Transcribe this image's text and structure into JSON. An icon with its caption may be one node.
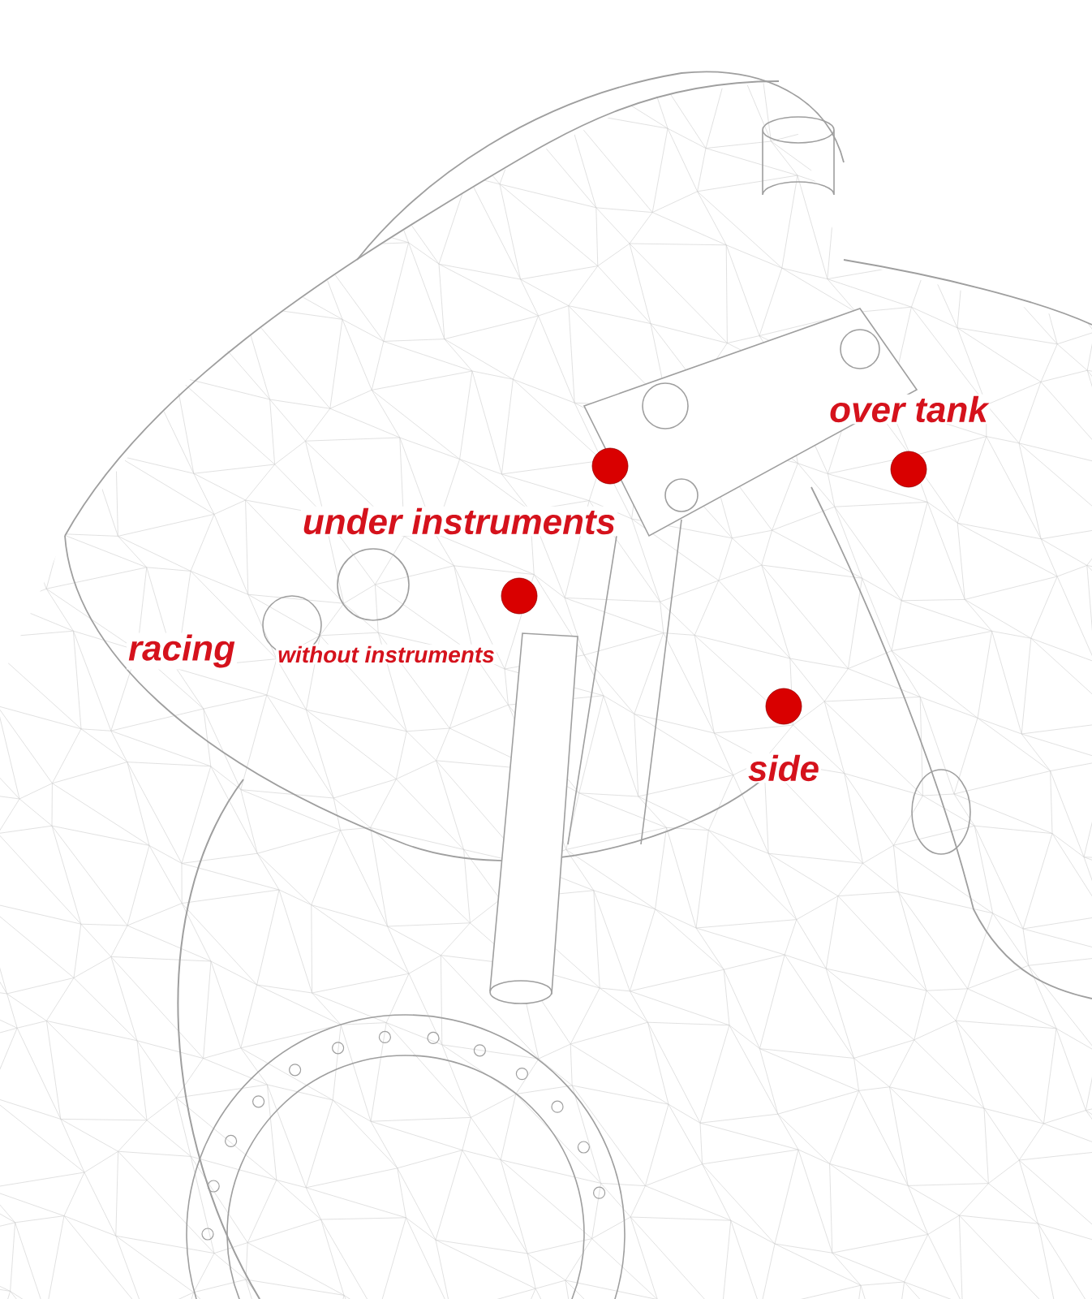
{
  "diagram": {
    "nodes": [
      {
        "text": [],
        "shape": "circle",
        "beside": [
          "over tank"
        ]
      },
      {
        "text": [],
        "shape": "circle",
        "beside": [
          "under instruments"
        ]
      },
      {
        "text": [],
        "shape": "circle",
        "beside": [
          "racing",
          "without instruments"
        ]
      },
      {
        "text": [],
        "shape": "circle",
        "beside": [
          "side"
        ]
      }
    ]
  }
}
